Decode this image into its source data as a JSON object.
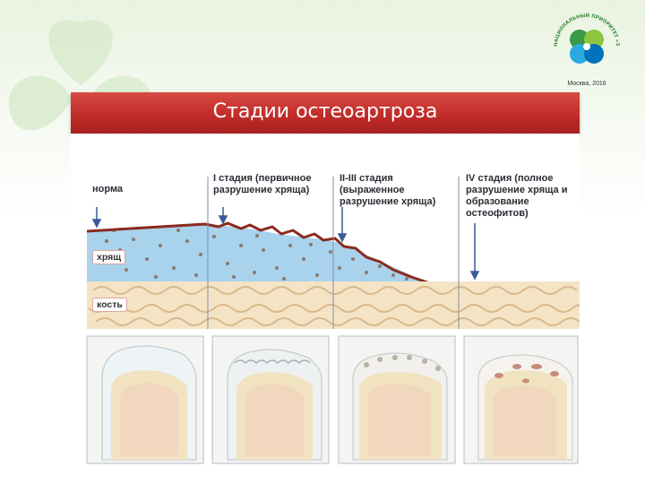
{
  "logo": {
    "ring_text": "НАЦИОНАЛЬНЫЙ ПРИОРИТЕТ «ЗДОРОВЬЕ»",
    "caption": "Москва, 2016",
    "colors": [
      "#3a9a45",
      "#8cc63f",
      "#29abe2",
      "#0071bc"
    ]
  },
  "title": "Стадии остеоартроза",
  "diagram": {
    "stages": [
      {
        "label": "норма"
      },
      {
        "label": "I стадия (первичное разрушение хряща)"
      },
      {
        "label": "II-III стадия (выраженное разрушение хряща)"
      },
      {
        "label": "IV стадия (полное разрушение хряща и образование остеофитов)"
      }
    ],
    "layers": {
      "cartilage": "хрящ",
      "bone": "кость"
    }
  },
  "colors": {
    "title_bar": "#c12d2a",
    "cartilage": "#a9d2ec",
    "bone": "#f4e4c5",
    "surface": "#8b2a1e"
  }
}
